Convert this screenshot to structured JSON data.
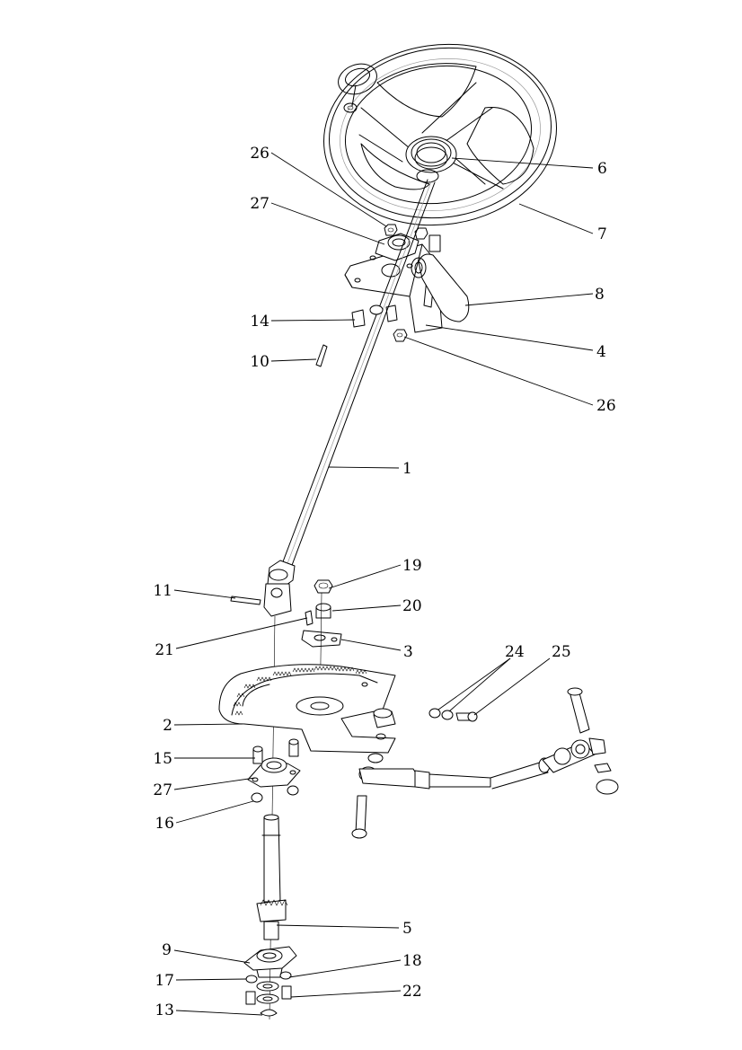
{
  "callouts": [
    {
      "id": "c26a",
      "label": "26",
      "part": "nut"
    },
    {
      "id": "c27a",
      "label": "27",
      "part": "flange-bearing"
    },
    {
      "id": "c6",
      "label": "6",
      "part": "wheel-hub-cap"
    },
    {
      "id": "c7",
      "label": "7",
      "part": "steering-wheel"
    },
    {
      "id": "c8",
      "label": "8",
      "part": "lever"
    },
    {
      "id": "c14",
      "label": "14",
      "part": "bolt"
    },
    {
      "id": "c4",
      "label": "4",
      "part": "mounting-bracket"
    },
    {
      "id": "c10",
      "label": "10",
      "part": "pin"
    },
    {
      "id": "c26b",
      "label": "26",
      "part": "nut"
    },
    {
      "id": "c1",
      "label": "1",
      "part": "steering-shaft"
    },
    {
      "id": "c19",
      "label": "19",
      "part": "nut"
    },
    {
      "id": "c11",
      "label": "11",
      "part": "roll-pin"
    },
    {
      "id": "c20",
      "label": "20",
      "part": "spacer"
    },
    {
      "id": "c21",
      "label": "21",
      "part": "grease-fitting"
    },
    {
      "id": "c3",
      "label": "3",
      "part": "bracket"
    },
    {
      "id": "c24",
      "label": "24",
      "part": "nut"
    },
    {
      "id": "c25",
      "label": "25",
      "part": "bolt"
    },
    {
      "id": "c2",
      "label": "2",
      "part": "sector-gear"
    },
    {
      "id": "c15",
      "label": "15",
      "part": "bolt"
    },
    {
      "id": "c27b",
      "label": "27",
      "part": "flange-bearing"
    },
    {
      "id": "c16",
      "label": "16",
      "part": "lock-nut"
    },
    {
      "id": "c5",
      "label": "5",
      "part": "pinion-shaft"
    },
    {
      "id": "c9",
      "label": "9",
      "part": "flange-bearing"
    },
    {
      "id": "c18",
      "label": "18",
      "part": "washer"
    },
    {
      "id": "c17",
      "label": "17",
      "part": "nut"
    },
    {
      "id": "c22",
      "label": "22",
      "part": "bolt"
    },
    {
      "id": "c13",
      "label": "13",
      "part": "retaining-clip"
    }
  ]
}
